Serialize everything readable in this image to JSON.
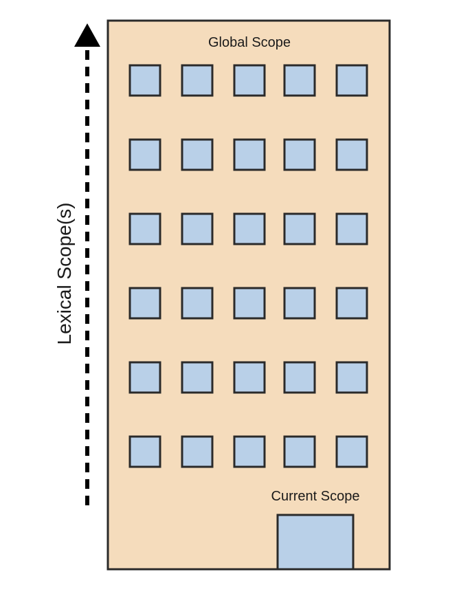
{
  "building": {
    "title": "Global Scope",
    "current_scope_label": "Current Scope",
    "fill_color": "#f5dcbc",
    "window_color": "#b9d0e8",
    "outline_color": "#2a2a2a",
    "floors": 6,
    "windows_per_floor": 5
  },
  "axis": {
    "label": "Lexical Scope(s)",
    "direction": "up",
    "color": "#000000"
  }
}
